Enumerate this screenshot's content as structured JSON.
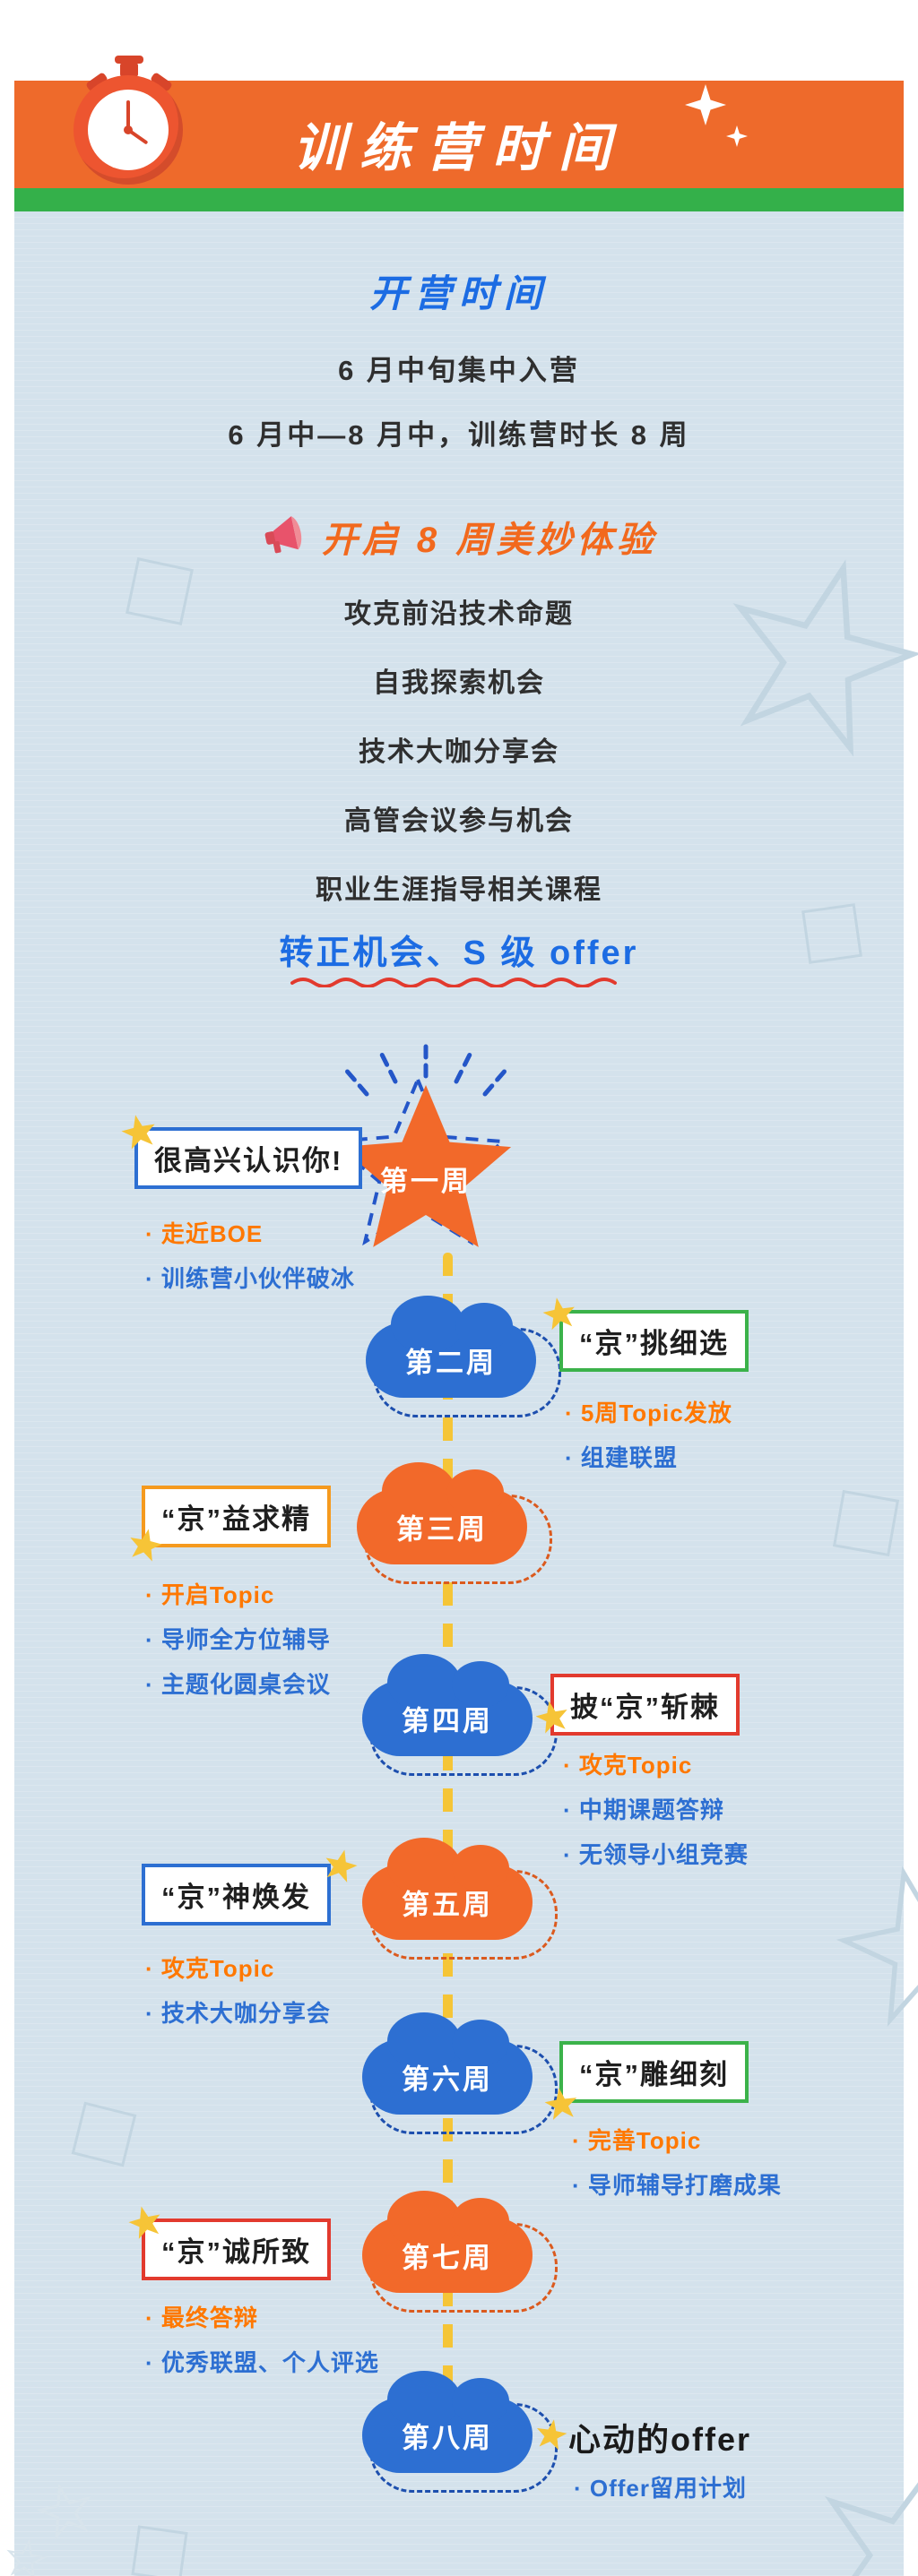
{
  "page": {
    "background": "#D4E2EC"
  },
  "header": {
    "title": "训练营时间",
    "bar_color": "#EE6A2B",
    "strip_color": "#34B04A"
  },
  "opening": {
    "title": "开营时间",
    "lines": [
      "6 月中旬集中入营",
      "6 月中—8 月中，训练营时长 8 周"
    ]
  },
  "experience": {
    "title": "开启 8 周美妙体验",
    "items": [
      "攻克前沿技术命题",
      "自我探索机会",
      "技术大咖分享会",
      "高管会议参与机会",
      "职业生涯指导相关课程"
    ],
    "highlight": "转正机会、S 级 offer"
  },
  "timeline": {
    "connector_color": "#F5C537",
    "weeks": [
      {
        "label": "第一周",
        "shape": "star",
        "shape_color": "#F2692A",
        "box_title": "很高兴认识你!",
        "box_border": "#2D6FD2",
        "items": [
          {
            "text": "· 走近BOE",
            "color": "#FF7800"
          },
          {
            "text": "· 训练营小伙伴破冰",
            "color": "#2D6FD2"
          }
        ]
      },
      {
        "label": "第二周",
        "shape": "cloud",
        "shape_color": "#2D6FD2",
        "box_title": "“京”挑细选",
        "box_border": "#3BB24A",
        "items": [
          {
            "text": "· 5周Topic发放",
            "color": "#FF7800"
          },
          {
            "text": "· 组建联盟",
            "color": "#2D6FD2"
          }
        ]
      },
      {
        "label": "第三周",
        "shape": "cloud",
        "shape_color": "#F2692A",
        "box_title": "“京”益求精",
        "box_border": "#F59A1E",
        "items": [
          {
            "text": "· 开启Topic",
            "color": "#FF7800"
          },
          {
            "text": "· 导师全方位辅导",
            "color": "#2D6FD2"
          },
          {
            "text": "· 主题化圆桌会议",
            "color": "#2D6FD2"
          }
        ]
      },
      {
        "label": "第四周",
        "shape": "cloud",
        "shape_color": "#2D6FD2",
        "box_title": "披“京”斩棘",
        "box_border": "#E23A2E",
        "items": [
          {
            "text": "· 攻克Topic",
            "color": "#FF7800"
          },
          {
            "text": "· 中期课题答辩",
            "color": "#2D6FD2"
          },
          {
            "text": "· 无领导小组竞赛",
            "color": "#2D6FD2"
          }
        ]
      },
      {
        "label": "第五周",
        "shape": "cloud",
        "shape_color": "#F2692A",
        "box_title": "“京”神焕发",
        "box_border": "#2D6FD2",
        "items": [
          {
            "text": "· 攻克Topic",
            "color": "#FF7800"
          },
          {
            "text": "· 技术大咖分享会",
            "color": "#2D6FD2"
          }
        ]
      },
      {
        "label": "第六周",
        "shape": "cloud",
        "shape_color": "#2D6FD2",
        "box_title": "“京”雕细刻",
        "box_border": "#3BB24A",
        "items": [
          {
            "text": "· 完善Topic",
            "color": "#FF7800"
          },
          {
            "text": "· 导师辅导打磨成果",
            "color": "#2D6FD2"
          }
        ]
      },
      {
        "label": "第七周",
        "shape": "cloud",
        "shape_color": "#F2692A",
        "box_title": "“京”诚所致",
        "box_border": "#E23A2E",
        "items": [
          {
            "text": "· 最终答辩",
            "color": "#FF7800"
          },
          {
            "text": "· 优秀联盟、个人评选",
            "color": "#2D6FD2"
          }
        ]
      },
      {
        "label": "第八周",
        "shape": "cloud",
        "shape_color": "#2D6FD2",
        "box_title": "心动的offer",
        "items": [
          {
            "text": "· Offer留用计划",
            "color": "#2D6FD2"
          }
        ]
      }
    ]
  }
}
